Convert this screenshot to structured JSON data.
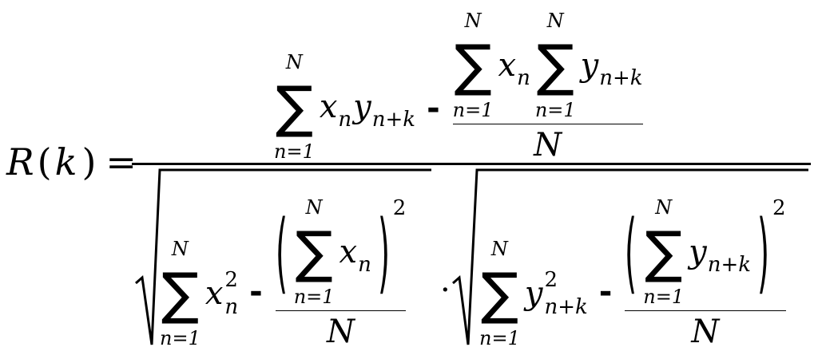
{
  "formula": {
    "lhs": {
      "func": "R",
      "open": "(",
      "arg": "k",
      "close": ")",
      "equals": "="
    },
    "sum_symbol": "∑",
    "upper_limit": "N",
    "lower_limit": "n=1",
    "minus": "-",
    "dot": "·",
    "var_x": "x",
    "var_y": "y",
    "sub_n": "n",
    "sub_nk": "n+k",
    "power_2": "2",
    "divisor": "N",
    "paren_open": "(",
    "paren_close": ")"
  }
}
